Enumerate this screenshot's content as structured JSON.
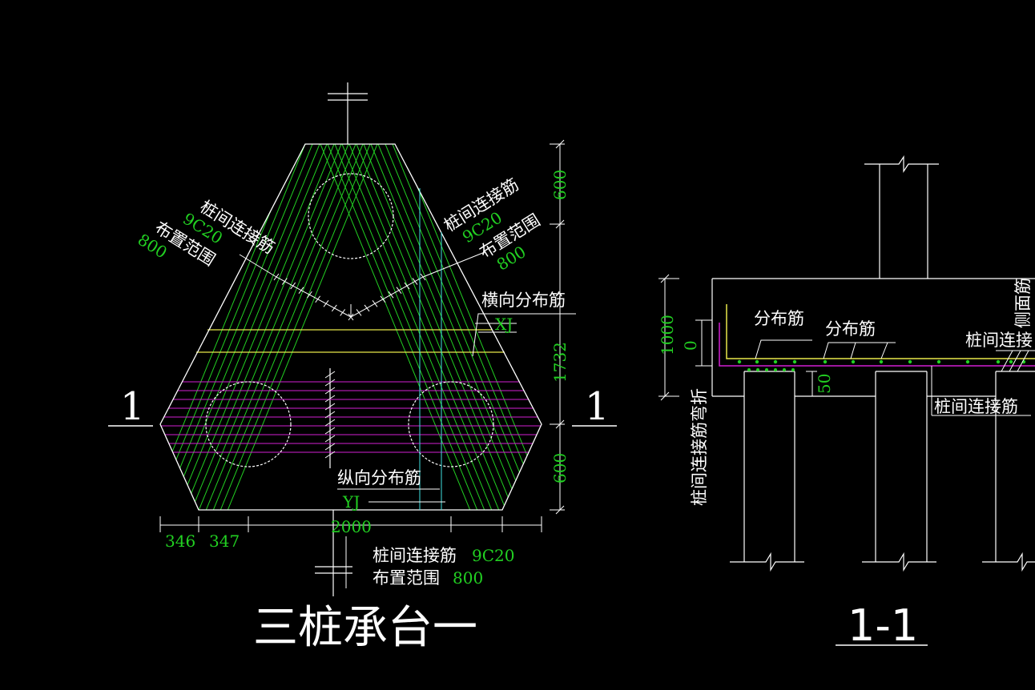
{
  "colors": {
    "background": "#000000",
    "outline": "#ffffff",
    "rebar_green": "#22d022",
    "rebar_magenta": "#d21fd2",
    "rebar_yellow": "#e8e84a",
    "dimension_cyan": "#40e0e0",
    "text_white": "#ffffff",
    "text_green": "#22d022"
  },
  "plan": {
    "title": "三桩承台一",
    "section_mark_left": "1",
    "section_mark_right": "1",
    "label_left": {
      "name": "桩间连接筋",
      "spec": "9C20",
      "range": "布置范围",
      "range_value": "800"
    },
    "label_right": {
      "name": "桩间连接筋",
      "spec": "9C20",
      "range": "布置范围",
      "range_value": "800"
    },
    "label_bottom": {
      "name": "桩间连接筋",
      "spec": "9C20",
      "range": "布置范围",
      "range_value": "800"
    },
    "transverse": {
      "name": "横向分布筋",
      "code": "XJ"
    },
    "longitudinal": {
      "name": "纵向分布筋",
      "code": "YJ"
    },
    "dims_vertical": [
      "600",
      "1732",
      "600"
    ],
    "dims_horizontal": [
      "346",
      "347",
      "2000"
    ]
  },
  "section": {
    "title": "1-1",
    "label_dist1": "分布筋",
    "label_dist2": "分布筋",
    "label_side": "侧面筋",
    "label_connect_top": "桩间连接",
    "label_connect_bottom": "桩间连接筋",
    "label_bend": "桩间连接筋弯折",
    "dim_height": "1000",
    "dim_zero": "0",
    "dim_cover": "50"
  }
}
